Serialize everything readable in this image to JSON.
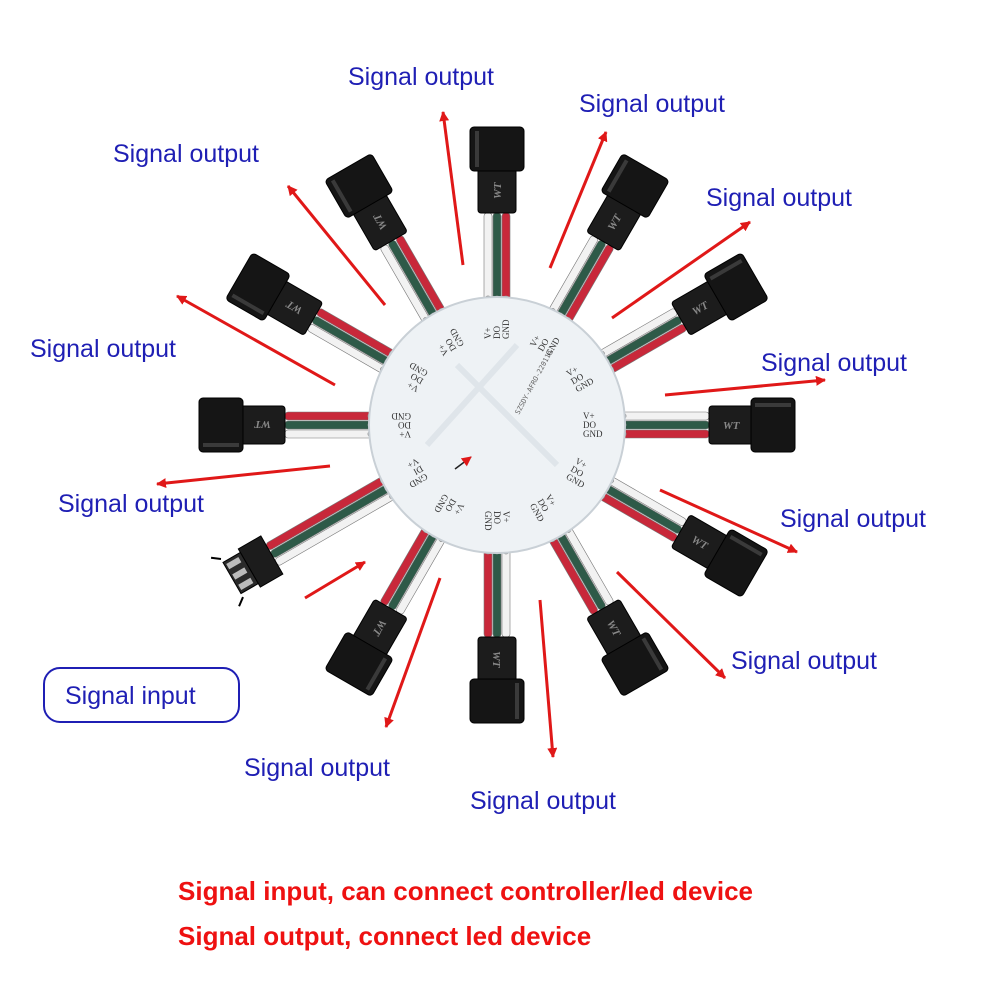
{
  "colors": {
    "label_blue": "#1f1fb4",
    "arrow_red": "#e01818",
    "footer_red": "#ee1111",
    "wire_red": "#c8283a",
    "wire_green": "#2e5a48",
    "wire_white": "#f2f2f2",
    "connector_black": "#1c1c1c",
    "board_white": "#eef2f5"
  },
  "labels": {
    "output": "Signal output",
    "input": "Signal input"
  },
  "footer": {
    "line1": "Signal input, can connect controller/led device",
    "line2": "Signal output, connect led device"
  },
  "pcb": {
    "pins_output": [
      "V+",
      "DO",
      "GND"
    ],
    "pins_input": [
      "GND",
      "DI",
      "V+"
    ],
    "connector_brand": "WT",
    "board_code": "SZSDY-AFRO-220114"
  },
  "ports": [
    {
      "id": "top",
      "role": "output",
      "angle_deg": -90
    },
    {
      "id": "top-right-1",
      "role": "output",
      "angle_deg": -60
    },
    {
      "id": "top-right-2",
      "role": "output",
      "angle_deg": -30
    },
    {
      "id": "right",
      "role": "output",
      "angle_deg": 0
    },
    {
      "id": "bottom-right-1",
      "role": "output",
      "angle_deg": 30
    },
    {
      "id": "bottom-right-2",
      "role": "output",
      "angle_deg": 60
    },
    {
      "id": "bottom",
      "role": "output",
      "angle_deg": 90
    },
    {
      "id": "bottom-left-1",
      "role": "output",
      "angle_deg": 120
    },
    {
      "id": "bottom-left-2",
      "role": "input",
      "angle_deg": 150
    },
    {
      "id": "left",
      "role": "output",
      "angle_deg": 180
    },
    {
      "id": "top-left-1",
      "role": "output",
      "angle_deg": 210
    },
    {
      "id": "top-left-2",
      "role": "output",
      "angle_deg": 240
    }
  ]
}
